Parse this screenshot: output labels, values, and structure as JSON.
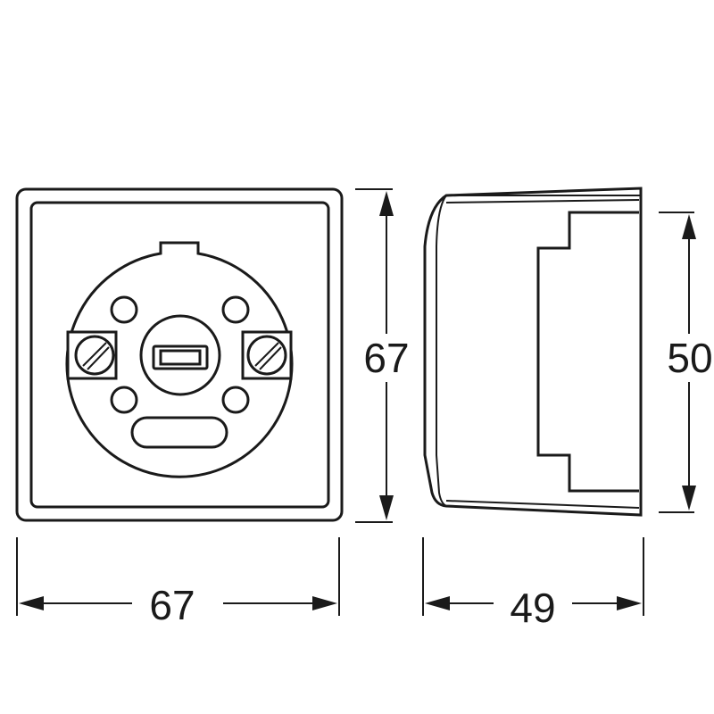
{
  "dimensions": {
    "front_width": "67",
    "front_height": "67",
    "side_depth": "49",
    "side_height": "50"
  },
  "colors": {
    "line": "#1a1a1a",
    "background": "#ffffff"
  }
}
